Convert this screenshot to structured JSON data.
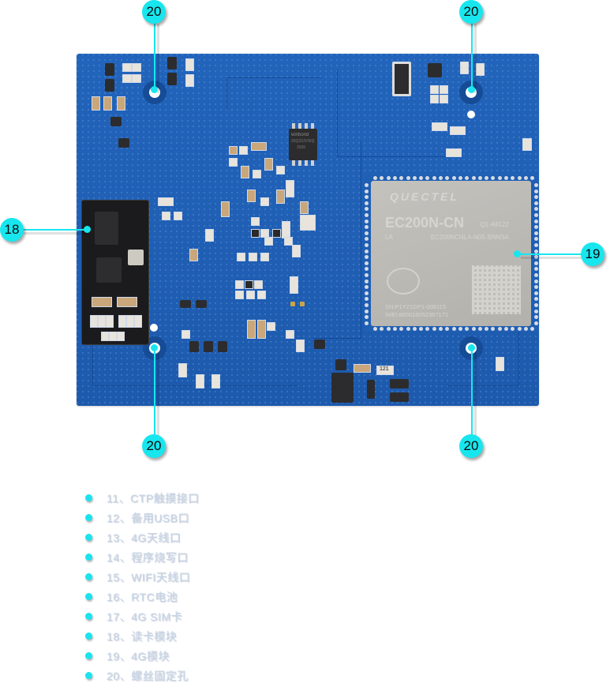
{
  "diagram": {
    "title": "PCB bottom view with numbered callouts",
    "board": {
      "color": "#1f5fb4",
      "card_reader_module": {
        "callout": "18"
      },
      "module_4g": {
        "callout": "19",
        "brand": "QUECTEL",
        "model": "EC200N-CN",
        "code_top_right": "Q1-A8122",
        "variant": "LA",
        "part_number": "EC200NCNLA-N05-SNNSA",
        "serial": "SN:P1Y21GP1-008115",
        "imei": "IMEI:865016052367171"
      },
      "flash_chip": {
        "brand": "winbond",
        "code": "25Q32JVSIQ",
        "date": "2030"
      },
      "resistor_label": "121",
      "mounting_holes": [
        {
          "position": "top-left",
          "callout": "20"
        },
        {
          "position": "top-right",
          "callout": "20"
        },
        {
          "position": "bottom-left",
          "callout": "20"
        },
        {
          "position": "bottom-right",
          "callout": "20"
        }
      ]
    },
    "callouts": {
      "card_reader": "18",
      "module_4g": "19",
      "hole_tl": "20",
      "hole_tr": "20",
      "hole_bl": "20",
      "hole_br": "20"
    },
    "accent_color": "#18e6ee",
    "legend": [
      {
        "label": "11、CTP触摸接口"
      },
      {
        "label": "12、备用USB口"
      },
      {
        "label": "13、4G天线口"
      },
      {
        "label": "14、程序烧写口"
      },
      {
        "label": "15、WIFI天线口"
      },
      {
        "label": "16、RTC电池"
      },
      {
        "label": "17、4G SIM卡"
      },
      {
        "label": "18、读卡模块"
      },
      {
        "label": "19、4G模块"
      },
      {
        "label": "20、螺丝固定孔"
      }
    ]
  }
}
